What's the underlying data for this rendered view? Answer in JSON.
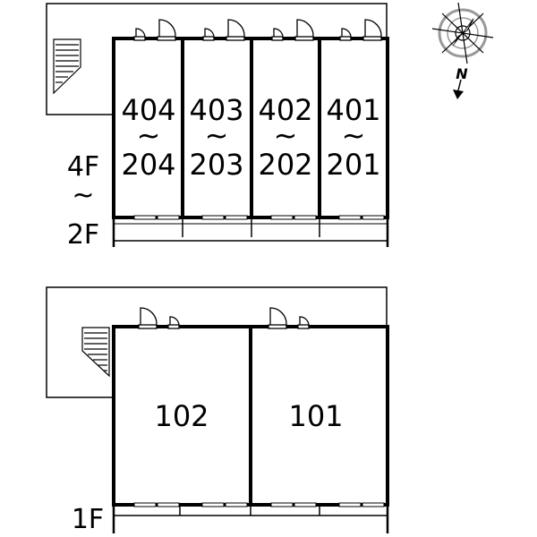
{
  "upper_block": {
    "floor_label_top": "4F",
    "floor_label_range": "~",
    "floor_label_bottom": "2F",
    "units": [
      {
        "top": "404",
        "sep": "~",
        "bottom": "204"
      },
      {
        "top": "403",
        "sep": "~",
        "bottom": "203"
      },
      {
        "top": "402",
        "sep": "~",
        "bottom": "202"
      },
      {
        "top": "401",
        "sep": "~",
        "bottom": "201"
      }
    ]
  },
  "lower_block": {
    "floor_label": "1F",
    "units": [
      {
        "number": "102"
      },
      {
        "number": "101"
      }
    ]
  },
  "compass": {
    "north_label": "N",
    "icon": "compass-rose-icon"
  },
  "colors": {
    "line": "#000000",
    "background": "#ffffff",
    "compass_gray": "#999999"
  }
}
